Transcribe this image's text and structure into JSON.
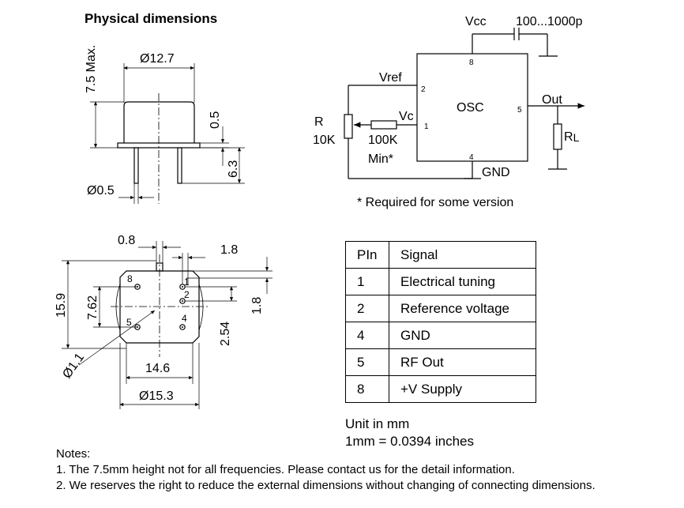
{
  "title": "Physical dimensions",
  "top_view_dims": {
    "height_max": "7.5 Max.",
    "diameter_top": "Ø12.7",
    "flange": "0.5",
    "pin_length": "6.3",
    "pin_diameter": "Ø0.5"
  },
  "bottom_view_dims": {
    "pin_offset": "0.8",
    "pin_spacing_x": "1.8",
    "height": "15.9",
    "pin_spacing_y": "7.62",
    "pin_spacing_y2": "1.8",
    "pin_pitch": "2.54",
    "hole_diameter": "Ø1.1",
    "width_inner": "14.6",
    "width_outer": "Ø15.3",
    "pins": [
      "8",
      "1",
      "2",
      "5",
      "4"
    ]
  },
  "circuit": {
    "vcc": "Vcc",
    "cap": "100...1000p",
    "vref": "Vref",
    "osc": "OSC",
    "out": "Out",
    "r": "R",
    "r_value": "10K",
    "vc": "Vc",
    "series_r": "100K",
    "series_r_note": "Min*",
    "gnd": "GND",
    "load": "R",
    "load_sub": "L",
    "pin_labels": [
      "8",
      "2",
      "1",
      "5",
      "4"
    ],
    "footnote": "* Required for some version"
  },
  "pin_table": {
    "headers": [
      "PIn",
      "Signal"
    ],
    "rows": [
      [
        "1",
        "Electrical tuning"
      ],
      [
        "2",
        "Reference voltage"
      ],
      [
        "4",
        "GND"
      ],
      [
        "5",
        "RF Out"
      ],
      [
        "8",
        "+V Supply"
      ]
    ]
  },
  "units": {
    "line1": "Unit in mm",
    "line2": "1mm = 0.0394 inches"
  },
  "notes": {
    "heading": "Notes:",
    "items": [
      "1. The 7.5mm height not for all frequencies. Please contact us for the detail information.",
      "2. We reserves the right to reduce the external dimensions without changing of connecting dimensions."
    ]
  }
}
